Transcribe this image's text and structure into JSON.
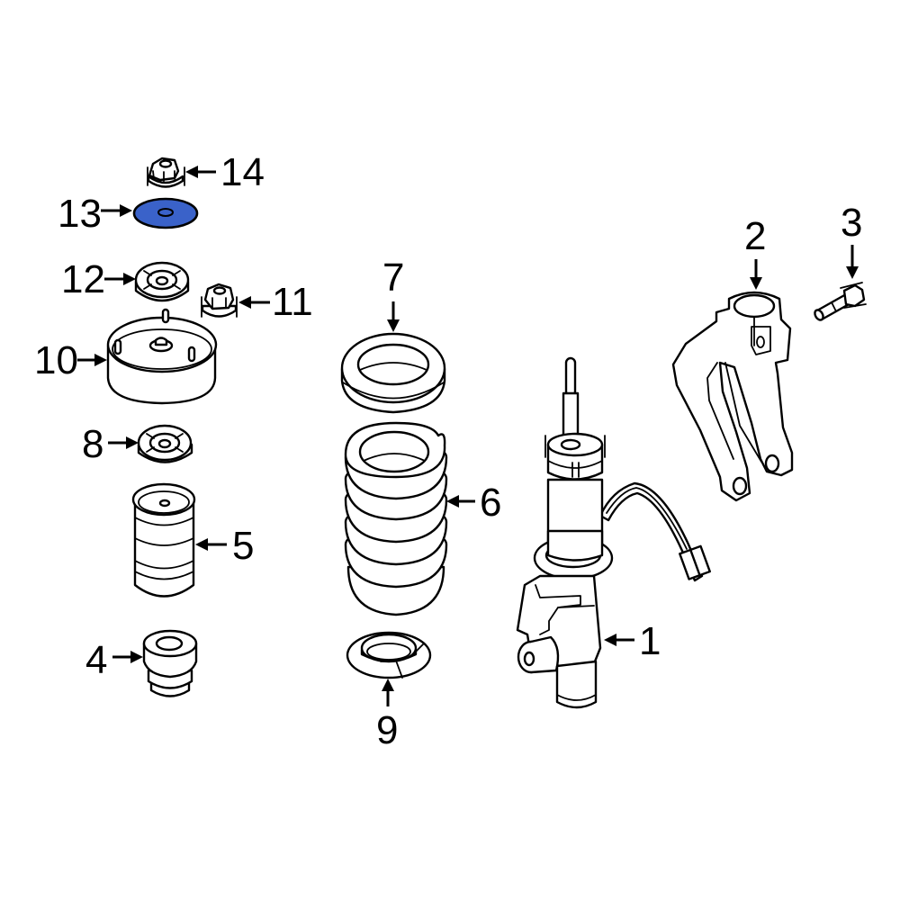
{
  "diagram": {
    "type": "exploded-parts-diagram",
    "highlight_color": "#3a62c9",
    "outline_color": "#000000",
    "background": "#ffffff",
    "highlighted_part": "13",
    "callouts": [
      {
        "id": "1",
        "label": "1"
      },
      {
        "id": "2",
        "label": "2"
      },
      {
        "id": "3",
        "label": "3"
      },
      {
        "id": "4",
        "label": "4"
      },
      {
        "id": "5",
        "label": "5"
      },
      {
        "id": "6",
        "label": "6"
      },
      {
        "id": "7",
        "label": "7"
      },
      {
        "id": "8",
        "label": "8"
      },
      {
        "id": "9",
        "label": "9"
      },
      {
        "id": "10",
        "label": "10"
      },
      {
        "id": "11",
        "label": "11"
      },
      {
        "id": "12",
        "label": "12"
      },
      {
        "id": "13",
        "label": "13"
      },
      {
        "id": "14",
        "label": "14"
      }
    ]
  }
}
